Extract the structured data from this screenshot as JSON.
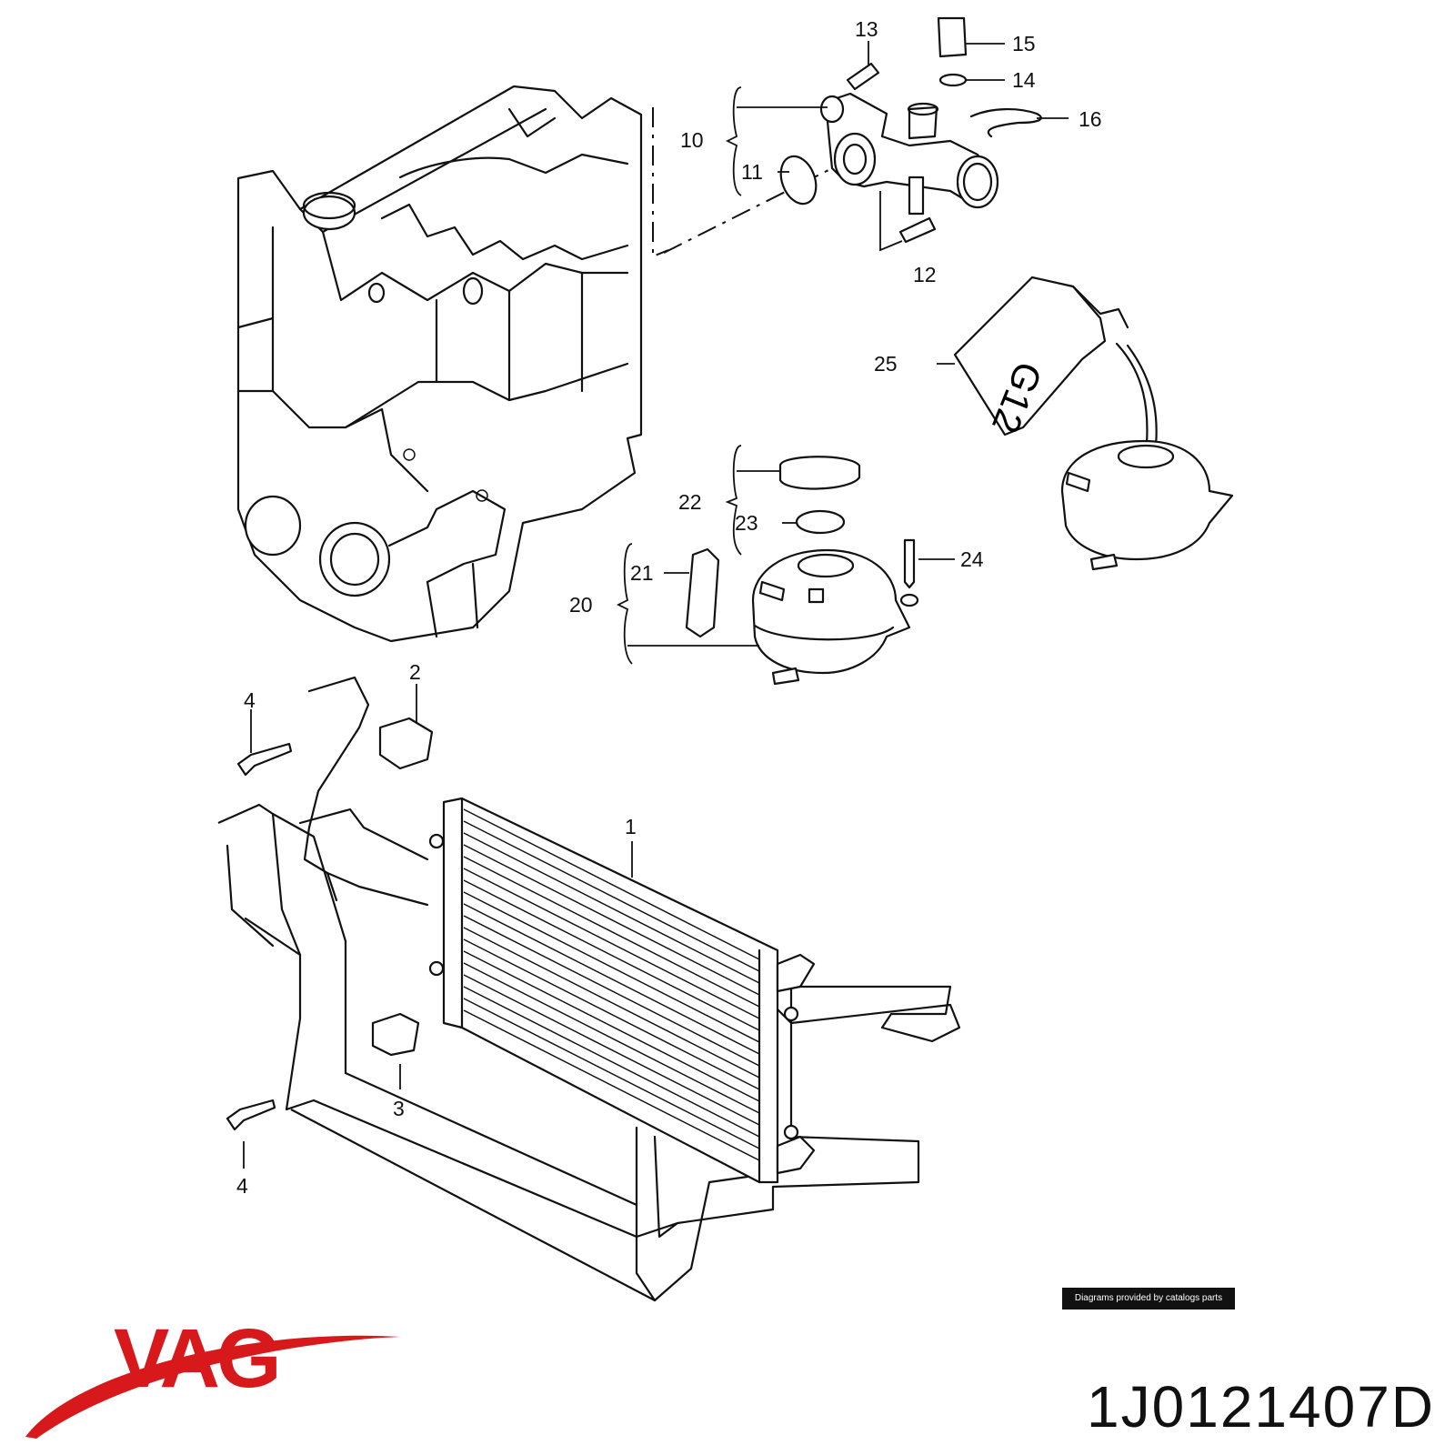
{
  "callouts": {
    "c1": "1",
    "c2": "2",
    "c3": "3",
    "c4a": "4",
    "c4b": "4",
    "c10": "10",
    "c11": "11",
    "c12": "12",
    "c13": "13",
    "c14": "14",
    "c15": "15",
    "c16": "16",
    "c20": "20",
    "c21": "21",
    "c22": "22",
    "c23": "23",
    "c24": "24",
    "c25": "25"
  },
  "bottle_label": "G12",
  "credit": "Diagrams provided by catalogs parts",
  "brand": {
    "name": "VAG",
    "color": "#d7191c"
  },
  "part_number": "1J0121407D"
}
